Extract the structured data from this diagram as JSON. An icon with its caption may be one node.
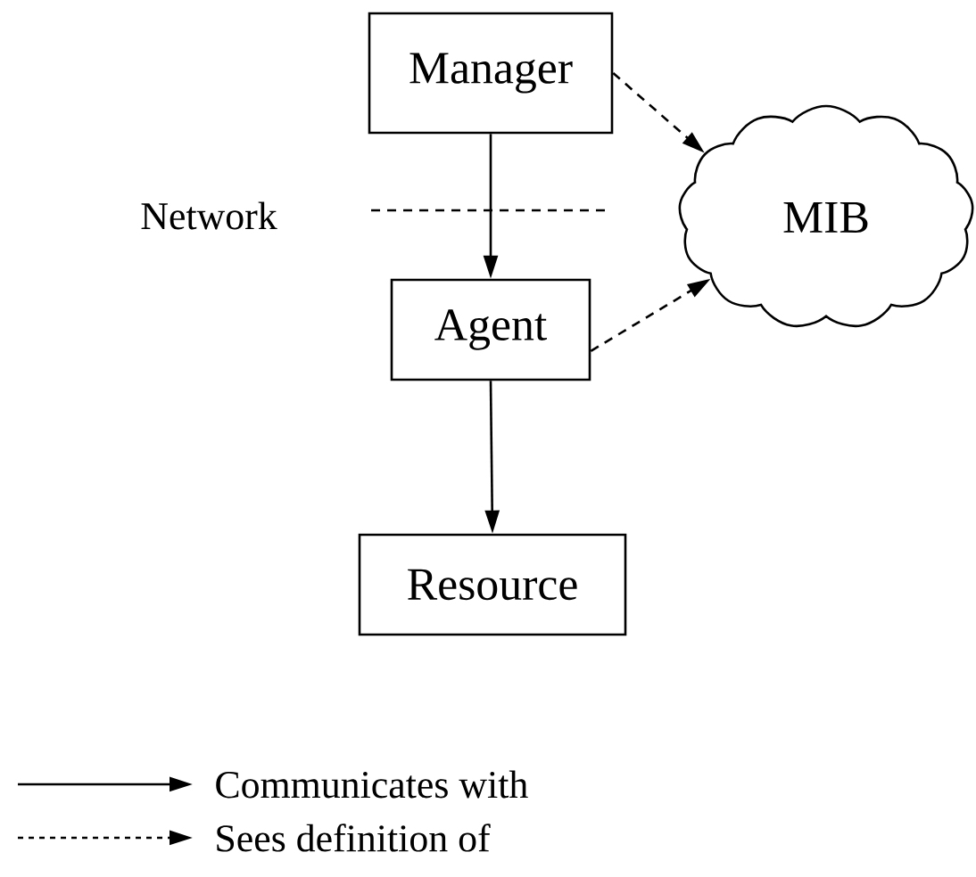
{
  "diagram": {
    "nodes": [
      {
        "text": [
          "Manager"
        ]
      },
      {
        "text": [
          "MIB"
        ]
      },
      {
        "text": [
          "Agent"
        ]
      },
      {
        "text": [
          "Resource"
        ]
      }
    ],
    "edges": [
      {
        "from": 0,
        "to": 2,
        "arrow": "to"
      },
      {
        "from": 2,
        "to": 3,
        "arrow": "to"
      },
      {
        "from": 0,
        "to": 1,
        "arrow": "to",
        "style": "dashed"
      },
      {
        "from": 2,
        "to": 1,
        "arrow": "to",
        "style": "dashed"
      }
    ],
    "labels": [
      "Network"
    ],
    "legend": [
      {
        "text": "Communicates with"
      },
      {
        "text": "Sees definition of"
      }
    ]
  }
}
